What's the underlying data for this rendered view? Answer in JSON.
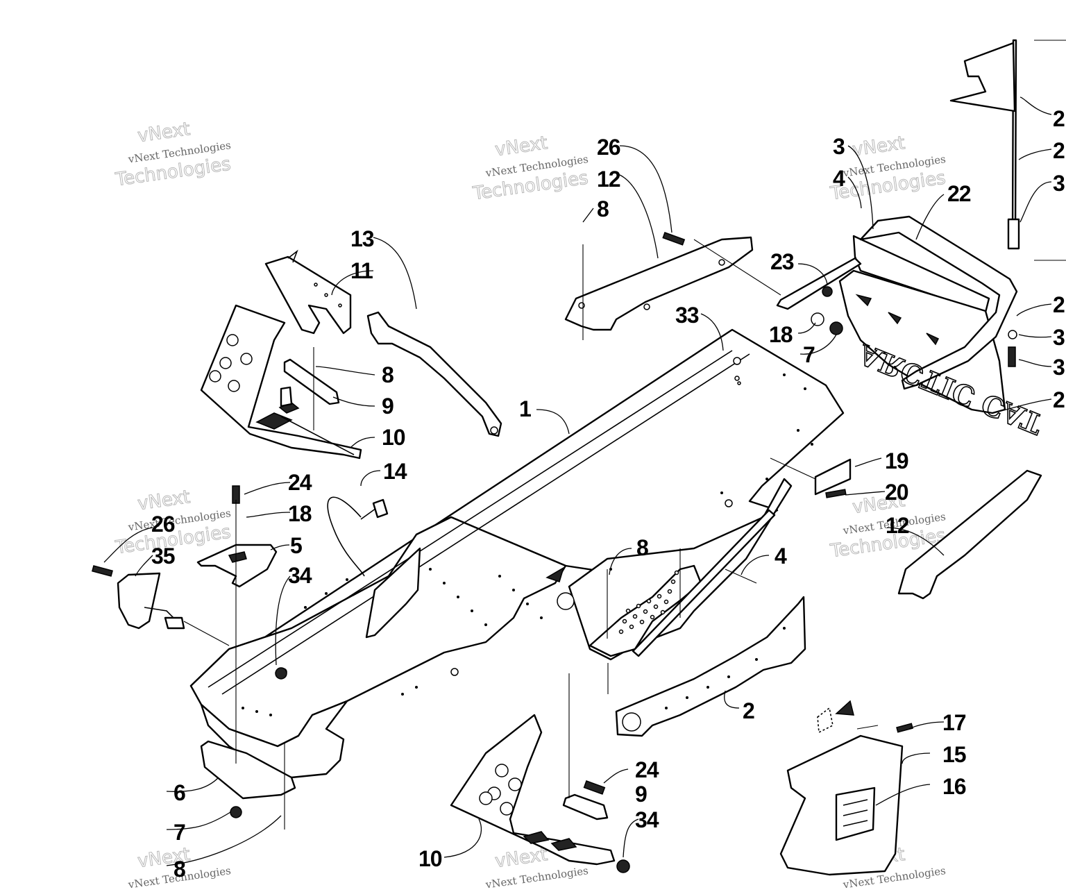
{
  "callouts": [
    {
      "id": "c1",
      "text": "1"
    },
    {
      "id": "c2",
      "text": "2"
    },
    {
      "id": "c3",
      "text": "3"
    },
    {
      "id": "c4a",
      "text": "4"
    },
    {
      "id": "c4b",
      "text": "4"
    },
    {
      "id": "c5",
      "text": "5"
    },
    {
      "id": "c6",
      "text": "6"
    },
    {
      "id": "c7a",
      "text": "7"
    },
    {
      "id": "c7b",
      "text": "7"
    },
    {
      "id": "c8a",
      "text": "8"
    },
    {
      "id": "c8b",
      "text": "8"
    },
    {
      "id": "c8c",
      "text": "8"
    },
    {
      "id": "c8d",
      "text": "8"
    },
    {
      "id": "c9a",
      "text": "9"
    },
    {
      "id": "c9b",
      "text": "9"
    },
    {
      "id": "c10a",
      "text": "10"
    },
    {
      "id": "c10b",
      "text": "10"
    },
    {
      "id": "c11",
      "text": "11"
    },
    {
      "id": "c12a",
      "text": "12"
    },
    {
      "id": "c12b",
      "text": "12"
    },
    {
      "id": "c13",
      "text": "13"
    },
    {
      "id": "c14",
      "text": "14"
    },
    {
      "id": "c15",
      "text": "15"
    },
    {
      "id": "c16",
      "text": "16"
    },
    {
      "id": "c17",
      "text": "17"
    },
    {
      "id": "c18a",
      "text": "18"
    },
    {
      "id": "c18b",
      "text": "18"
    },
    {
      "id": "c19",
      "text": "19"
    },
    {
      "id": "c20",
      "text": "20"
    },
    {
      "id": "c22",
      "text": "22"
    },
    {
      "id": "c23",
      "text": "23"
    },
    {
      "id": "c24a",
      "text": "24"
    },
    {
      "id": "c24b",
      "text": "24"
    },
    {
      "id": "c26a",
      "text": "26"
    },
    {
      "id": "c26b",
      "text": "26"
    },
    {
      "id": "c33",
      "text": "33"
    },
    {
      "id": "c34a",
      "text": "34"
    },
    {
      "id": "c34b",
      "text": "34"
    },
    {
      "id": "c35",
      "text": "35"
    },
    {
      "id": "cr1",
      "text": "2"
    },
    {
      "id": "cr2",
      "text": "2"
    },
    {
      "id": "cr3",
      "text": "3"
    },
    {
      "id": "cr4",
      "text": "2"
    },
    {
      "id": "cr5",
      "text": "3"
    },
    {
      "id": "cr6",
      "text": "3"
    },
    {
      "id": "cr7",
      "text": "2"
    }
  ],
  "watermark": {
    "line1": "vNext",
    "line2": "vNext Technologies",
    "line3": "Technologies"
  },
  "decal_text": "ARCTIC CAT"
}
